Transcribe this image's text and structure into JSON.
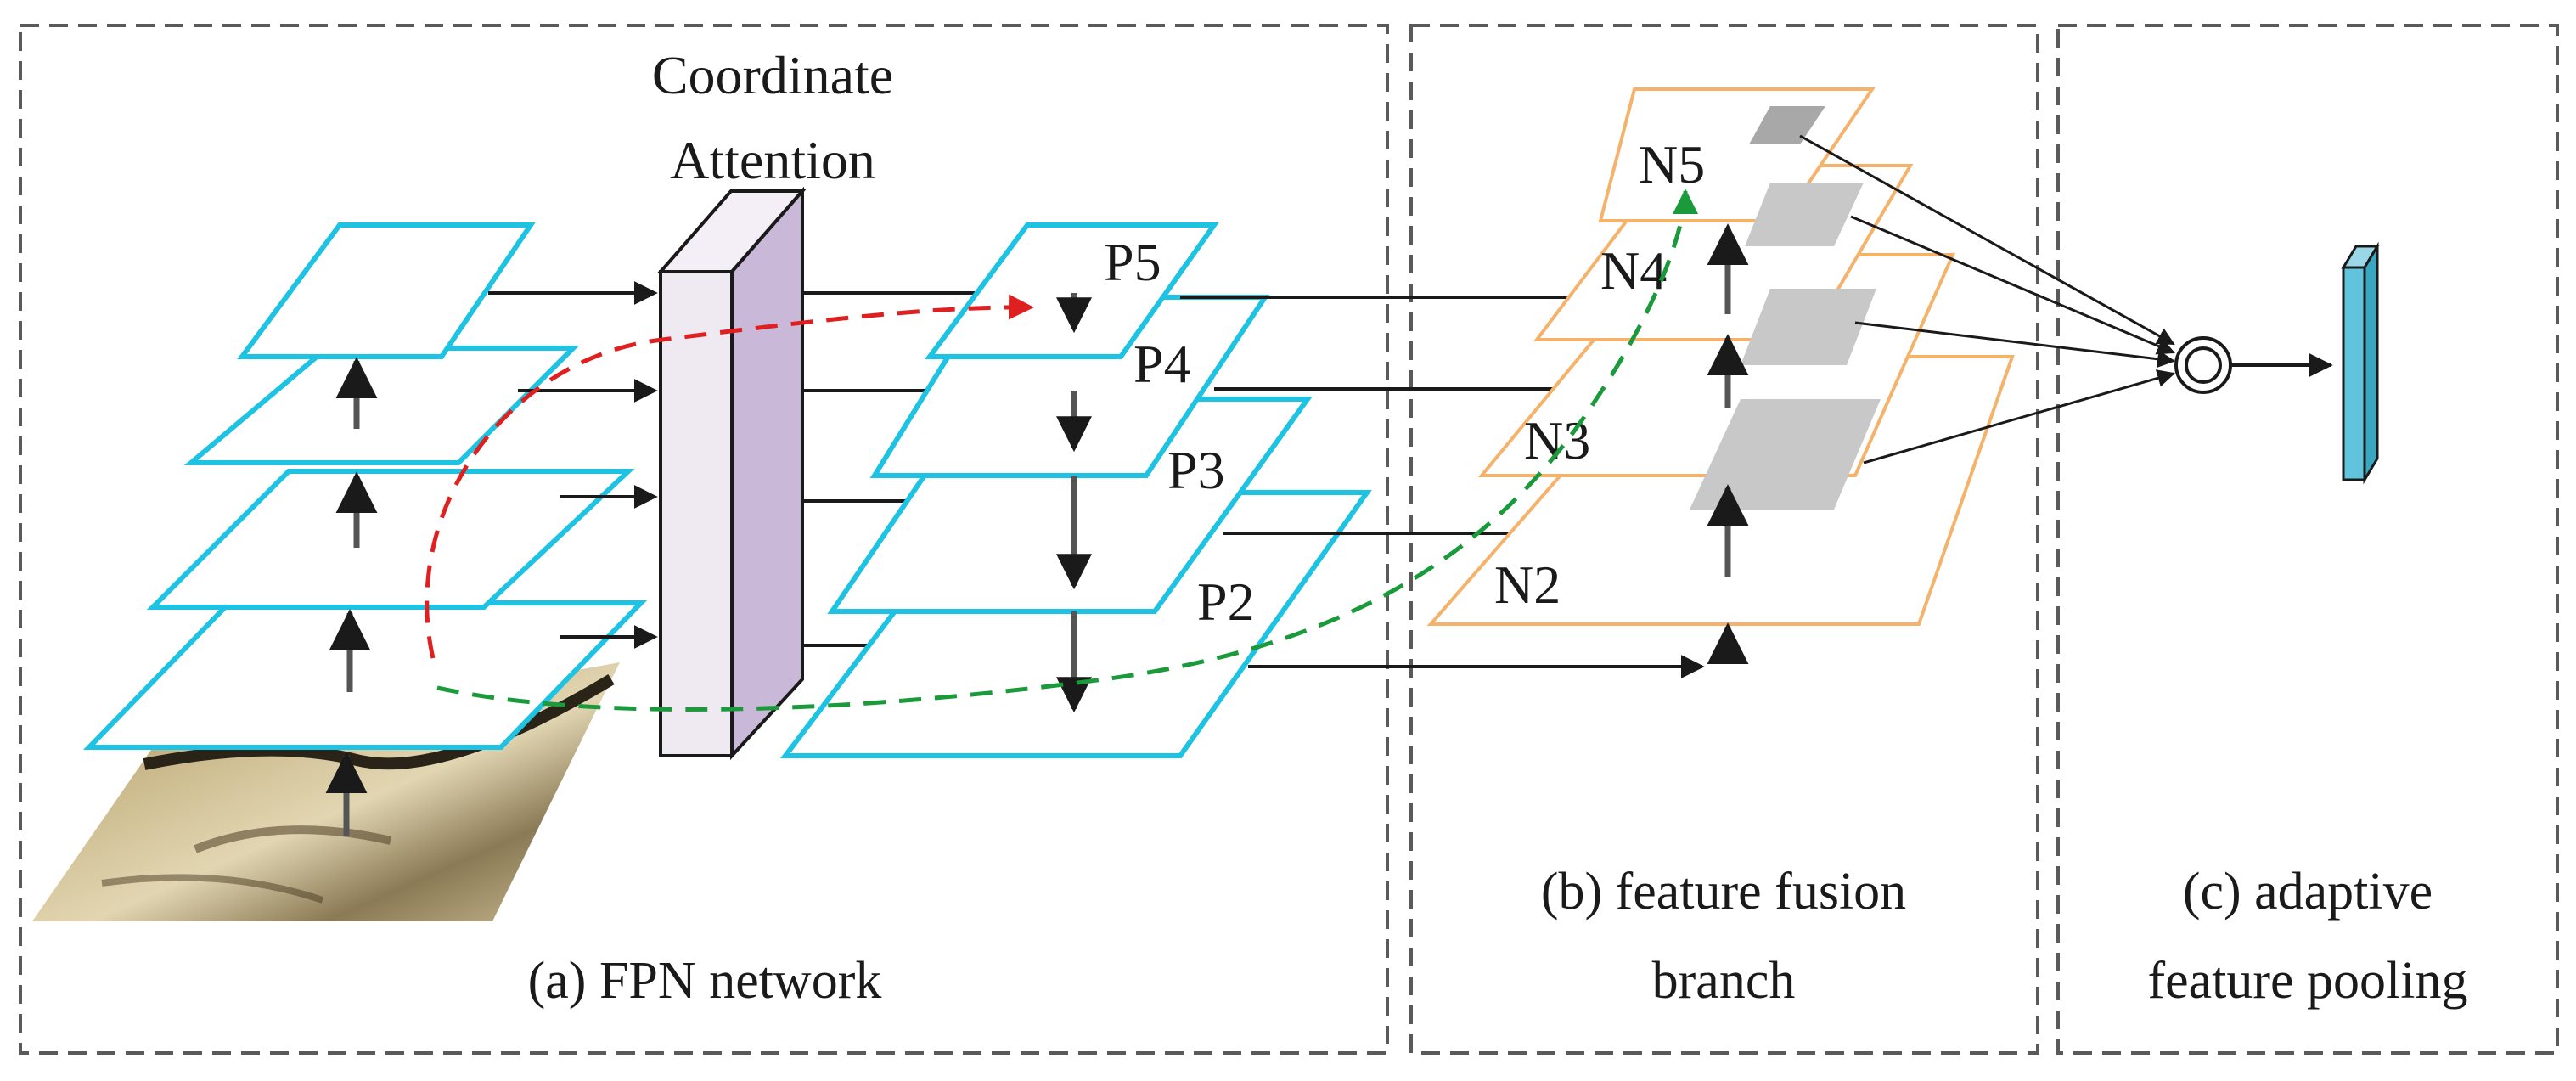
{
  "panels": {
    "a": {
      "caption": "(a)  FPN network"
    },
    "b": {
      "caption_line1": "(b) feature fusion",
      "caption_line2": "branch"
    },
    "c": {
      "caption_line1": "(c) adaptive",
      "caption_line2": "feature pooling"
    }
  },
  "attention_label": {
    "line1": "Coordinate",
    "line2": "Attention"
  },
  "fpn_levels": [
    "P5",
    "P4",
    "P3",
    "P2"
  ],
  "fusion_levels": [
    "N5",
    "N4",
    "N3",
    "N2"
  ],
  "colors": {
    "panel_border": "#5a5a5a",
    "fpn_plane": "#1ec3e3",
    "fusion_plane": "#f4b26a",
    "attention_front": "#efe9f2",
    "attention_side": "#c9b8d8",
    "roi_patch": "#c8c8c8",
    "top_down_path": "#e02020",
    "bottom_up_path": "#1a9a3a",
    "output_block": "#5fc4dc",
    "arrows": "#1a1a1a"
  }
}
